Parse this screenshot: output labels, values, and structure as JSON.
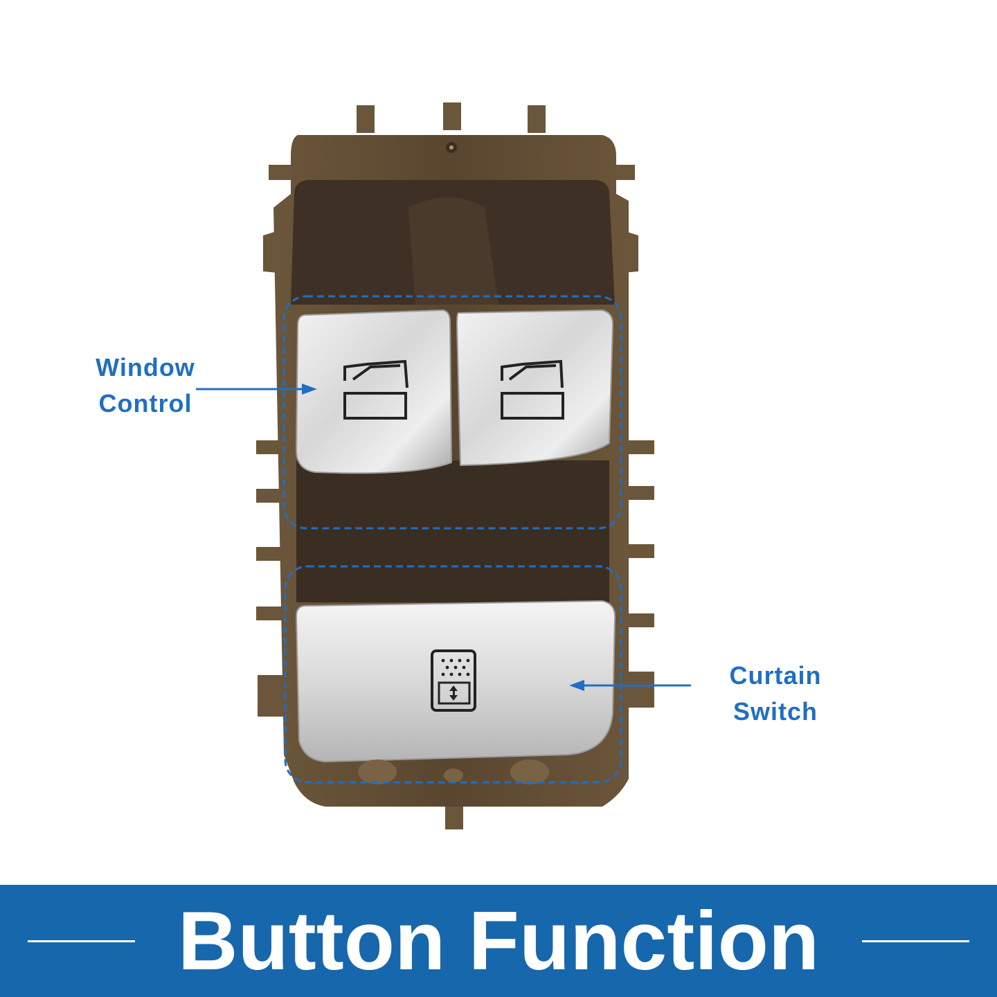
{
  "callouts": {
    "window_control": {
      "line1": "Window",
      "line2": "Control"
    },
    "curtain_switch": {
      "line1": "Curtain",
      "line2": "Switch"
    }
  },
  "banner": {
    "title": "Button Function"
  },
  "colors": {
    "housing": "#5e4a32",
    "housing_dark": "#3c2e22",
    "button_silver": "#d8d8d8",
    "callout_blue": "#1f6fc4",
    "banner_blue": "#1767ad"
  },
  "icons": [
    "window-control-icon",
    "window-control-icon",
    "curtain-control-icon"
  ]
}
